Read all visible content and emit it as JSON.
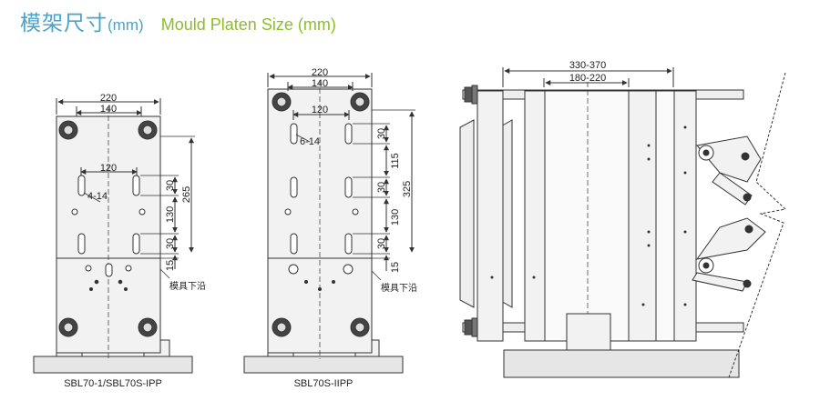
{
  "title": {
    "zh": "模架尺寸",
    "zh_unit": "(mm)",
    "en": "Mould Platen Size (mm)"
  },
  "colors": {
    "title_zh": "#4aa3c8",
    "title_en": "#8cbd2a",
    "line": "#333333",
    "platen_fill": "#f2f2f2",
    "base_fill": "#e6e6e6"
  },
  "drawing1": {
    "caption": "SBL70-1/SBL70S-IPP",
    "dim_width_outer": "220",
    "dim_width_inner": "140",
    "dim_slot_spacing": "120",
    "dim_slot_label": "4-14",
    "dim_slot_top": "30",
    "dim_slot_mid": "130",
    "dim_slot_bottom": "30",
    "dim_height": "265",
    "dim_bottom": "15",
    "mould_edge_label": "模具下沿"
  },
  "drawing2": {
    "caption": "SBL70S-IIPP",
    "dim_width_outer": "220",
    "dim_width_inner": "140",
    "dim_slot_spacing": "120",
    "dim_slot_label": "6-14",
    "dim_slot_top": "30",
    "dim_slot_gap": "115",
    "dim_slot_mid": "30",
    "dim_slot_lower": "130",
    "dim_slot_bottom": "30",
    "dim_height": "325",
    "dim_bottom": "15",
    "mould_edge_label": "模具下沿"
  },
  "drawing3": {
    "dim_stroke": "330-370",
    "dim_daylight": "180-220"
  }
}
